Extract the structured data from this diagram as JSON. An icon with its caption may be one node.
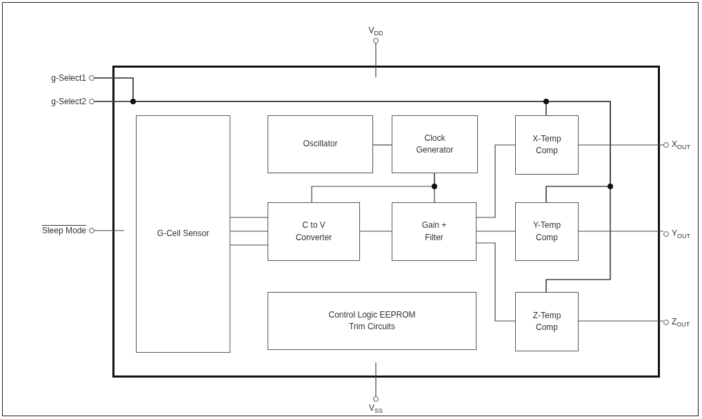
{
  "diagram": {
    "nodes": [
      {
        "text": [],
        "shape": "box"
      },
      {
        "text": [
          "V$_{DD}$"
        ]
      },
      {
        "text": [
          "g-Select1"
        ]
      },
      {
        "text": [
          "g-Select2"
        ]
      },
      {
        "text": [
          "G-Cell Sensor"
        ],
        "in": 0
      },
      {
        "text": [
          "Oscillator"
        ],
        "in": 0
      },
      {
        "text": [
          "Clock Generator"
        ],
        "in": 0
      },
      {
        "text": [
          "X-Temp Comp"
        ],
        "in": 0
      },
      {
        "text": [
          "X$_{OUT}$"
        ]
      },
      {
        "text": [
          "Sleep Mode"
        ]
      },
      {
        "text": [
          "C to V Converter"
        ],
        "in": 0
      },
      {
        "text": [
          "Gain + Filter"
        ],
        "in": 0
      },
      {
        "text": [
          "Y-Temp Comp"
        ],
        "in": 0
      },
      {
        "text": [
          "Y$_{OUT}$"
        ]
      },
      {
        "text": [
          "Control Logic EEPROM Trim Circuits"
        ],
        "in": 0
      },
      {
        "text": [
          "Z-Temp Comp"
        ],
        "in": 0
      },
      {
        "text": [
          "Z$_{OUT}$"
        ]
      },
      {
        "text": [
          "V$_{SS}$"
        ]
      }
    ],
    "edges": [
      {
        "from": 1,
        "to": null,
        "arrow": "none"
      },
      {
        "from": 2,
        "to": 7,
        "arrow": "none"
      },
      {
        "from": 2,
        "to": 12,
        "arrow": "none"
      },
      {
        "from": 2,
        "to": 15,
        "arrow": "none"
      },
      {
        "from": 3,
        "to": 7,
        "arrow": "none"
      },
      {
        "from": 3,
        "to": 12,
        "arrow": "none"
      },
      {
        "from": 3,
        "to": 15,
        "arrow": "none"
      },
      {
        "from": 9,
        "to": null,
        "arrow": "none"
      },
      {
        "from": 4,
        "to": 10,
        "arrow": "none"
      },
      {
        "from": 4,
        "to": 10,
        "arrow": "none"
      },
      {
        "from": 4,
        "to": 10,
        "arrow": "none"
      },
      {
        "from": 5,
        "to": 6,
        "arrow": "none"
      },
      {
        "from": 6,
        "to": 11,
        "arrow": "none"
      },
      {
        "from": 6,
        "to": 10,
        "arrow": "none"
      },
      {
        "from": 10,
        "to": 11,
        "arrow": "none"
      },
      {
        "from": 11,
        "to": 7,
        "arrow": "none"
      },
      {
        "from": 11,
        "to": 12,
        "arrow": "none"
      },
      {
        "from": 11,
        "to": 15,
        "arrow": "none"
      },
      {
        "from": 7,
        "to": 8,
        "arrow": "none"
      },
      {
        "from": 12,
        "to": 13,
        "arrow": "none"
      },
      {
        "from": 15,
        "to": 16,
        "arrow": "none"
      },
      {
        "from": 17,
        "to": null,
        "arrow": "none"
      }
    ]
  }
}
